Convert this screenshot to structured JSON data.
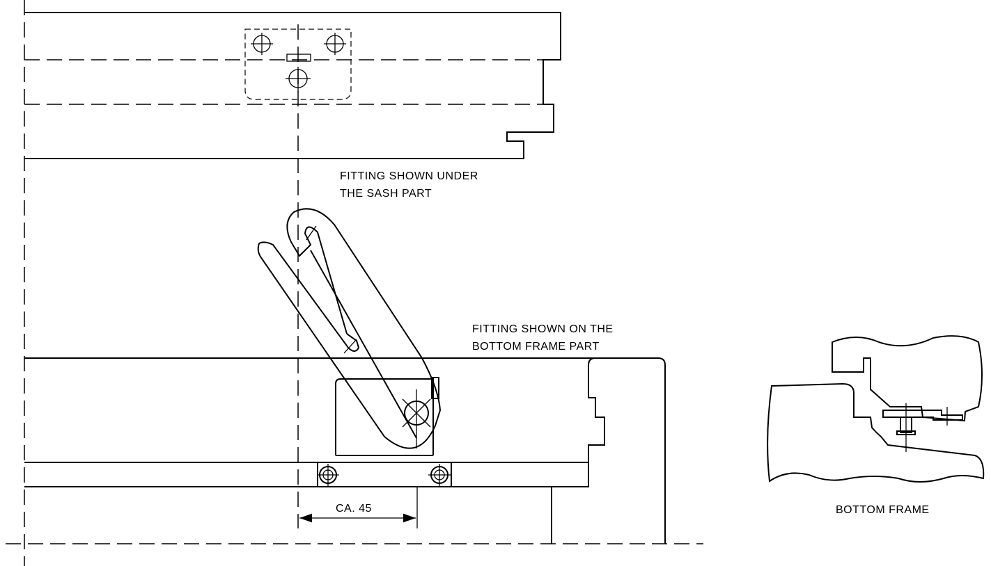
{
  "labels": {
    "sash_note_line1": "FITTING SHOWN UNDER",
    "sash_note_line2": "THE SASH PART",
    "frame_note_line1": "FITTING SHOWN ON THE",
    "frame_note_line2": "BOTTOM FRAME PART",
    "dimension": "CA. 45",
    "section_caption": "BOTTOM FRAME"
  }
}
